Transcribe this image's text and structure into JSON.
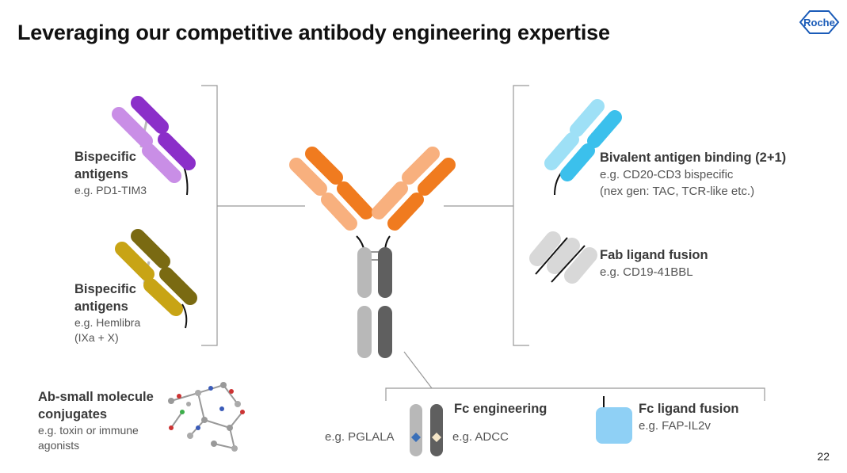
{
  "slide": {
    "title": "Leveraging our competitive antibody engineering expertise",
    "logo_text": "Roche",
    "page_number": "22"
  },
  "left": {
    "bispecific_1": {
      "title_line1": "Bispecific",
      "title_line2": "antigens",
      "example": "e.g. PD1-TIM3"
    },
    "bispecific_2": {
      "title_line1": "Bispecific",
      "title_line2": "antigens",
      "example_line1": "e.g. Hemlibra",
      "example_line2": "(IXa + X)"
    },
    "conjugates": {
      "title_line1": "Ab-small molecule",
      "title_line2": "conjugates",
      "desc_line1": "e.g. toxin or immune",
      "desc_line2": "agonists"
    }
  },
  "right": {
    "bivalent": {
      "title": "Bivalent antigen binding (2+1)",
      "example_line1": "e.g. CD20-CD3 bispecific",
      "example_line2": "(nex gen: TAC, TCR-like etc.)"
    },
    "fab_fusion": {
      "title": "Fab ligand fusion",
      "example": "e.g. CD19-41BBL"
    }
  },
  "bottom": {
    "fc_engineering": {
      "title": "Fc engineering",
      "example_left": "e.g. PGLALA",
      "example_right": "e.g. ADCC"
    },
    "fc_ligand_fusion": {
      "title": "Fc ligand fusion",
      "example": "e.g. FAP-IL2v"
    }
  },
  "colors": {
    "purple_dark": "#8b2fc9",
    "purple_light": "#c98ee6",
    "olive_dark": "#7a6a12",
    "olive_light": "#c8a415",
    "orange_dark": "#f07b1f",
    "orange_light": "#f8b07e",
    "blue_dark": "#3bc0ec",
    "blue_light": "#9ee0f6",
    "grey_light": "#b8b8b8",
    "grey_dark": "#5f5f5f",
    "fab_grey": "#d8d8d8",
    "fc_fusion_blue": "#8fd0f5",
    "bracket": "#999999"
  }
}
